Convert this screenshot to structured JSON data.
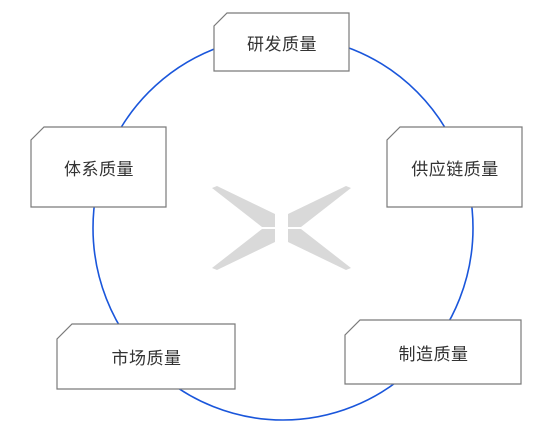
{
  "diagram": {
    "ring_color": "#1a56db",
    "box_border_color": "#7a7a7a",
    "logo_color": "#d9d9d9",
    "center_logo": "x-logo",
    "nodes": [
      {
        "id": "rd",
        "label": "研发质量"
      },
      {
        "id": "supply",
        "label": "供应链质量"
      },
      {
        "id": "manufacturing",
        "label": "制造质量"
      },
      {
        "id": "market",
        "label": "市场质量"
      },
      {
        "id": "system",
        "label": "体系质量"
      }
    ]
  }
}
